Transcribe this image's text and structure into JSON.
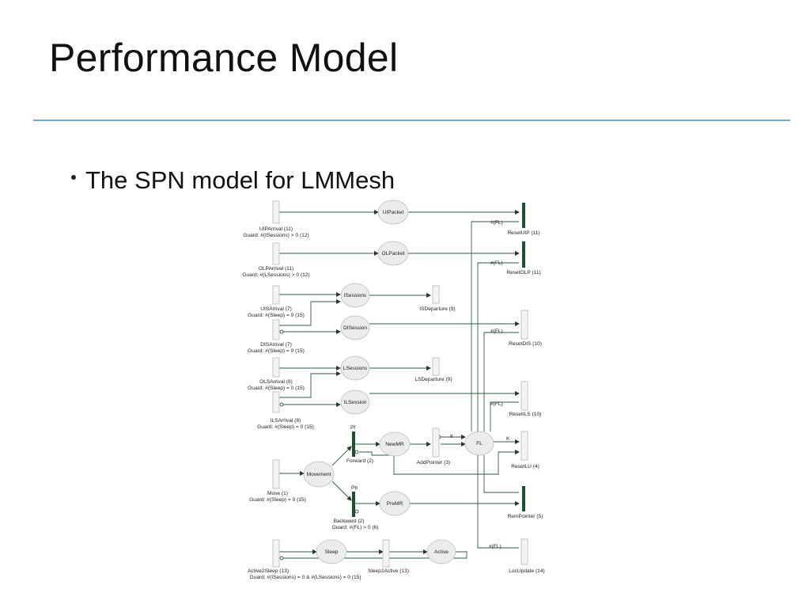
{
  "slide": {
    "title": "Performance Model",
    "bullet": "The SPN model for LMMesh"
  },
  "diagram": {
    "places": {
      "uipacket": "UIPacket",
      "olpacket": "OLPacket",
      "isessions": "ISessions",
      "disession": "DISession",
      "lsessions": "LSessions",
      "ilsession": "ILSession",
      "newmr": "NewMR",
      "fl": "FL",
      "movement": "Movement",
      "premr": "PreMR",
      "sleep": "Sleep",
      "active": "Active"
    },
    "transitions": {
      "uip_arrival": "UIPArrival (11)",
      "uip_arrival_guard": "Guard: #(ISessions) > 0 (12)",
      "olp_arrival": "OLPArrival (11)",
      "olp_arrival_guard": "Guard: #(LSessions) > 0 (12)",
      "uis_arrival": "UISArrival (7)",
      "uis_arrival_guard": "Guard: #(Sleep) = 0 (15)",
      "dis_arrival": "DISArrival (7)",
      "dis_arrival_guard": "Guard: #(Sleep) = 0 (15)",
      "ols_arrival": "OLSArrival (8)",
      "ols_arrival_guard": "Guard: #(Sleep) = 0 (15)",
      "ils_arrival": "ILSArrival (8)",
      "ils_arrival_guard": "Guard: #(Sleep) = 0 (15)",
      "move": "Move (1)",
      "move_guard": "Guard: #(Sleep) = 0 (15)",
      "forward": "Forward (2)",
      "backward": "Backward (2)",
      "backward_guard": "Guard: #(FL) > 0 (6)",
      "add_pointer": "AddPointer (3)",
      "is_departure": "ISDeparture (9)",
      "ls_departure": "LSDeparture (9)",
      "reset_uip": "ResetUIP (11)",
      "reset_olp": "ResetOLP (11)",
      "reset_dis": "ResetDIS (10)",
      "reset_ils": "ResetILS (10)",
      "reset_lu": "ResetLU (4)",
      "rem_pointer": "RemPointer (5)",
      "loc_update": "LocUpdate (14)",
      "active2sleep": "Active2Sleep (13)",
      "active2sleep_guard": "Guard: #(ISessions) = 0 & #(LSessions) = 0 (15)",
      "sleep2active": "Sleep2Active (13)"
    },
    "arc_labels": {
      "fl1": "#(FL)",
      "fl2": "#(FL)",
      "fl3": "#(FL)",
      "fl4": "#(FL)",
      "fl5": "#(FL)",
      "k1": "K",
      "k2": "K",
      "pf": "Pf",
      "pb": "Pb"
    }
  }
}
